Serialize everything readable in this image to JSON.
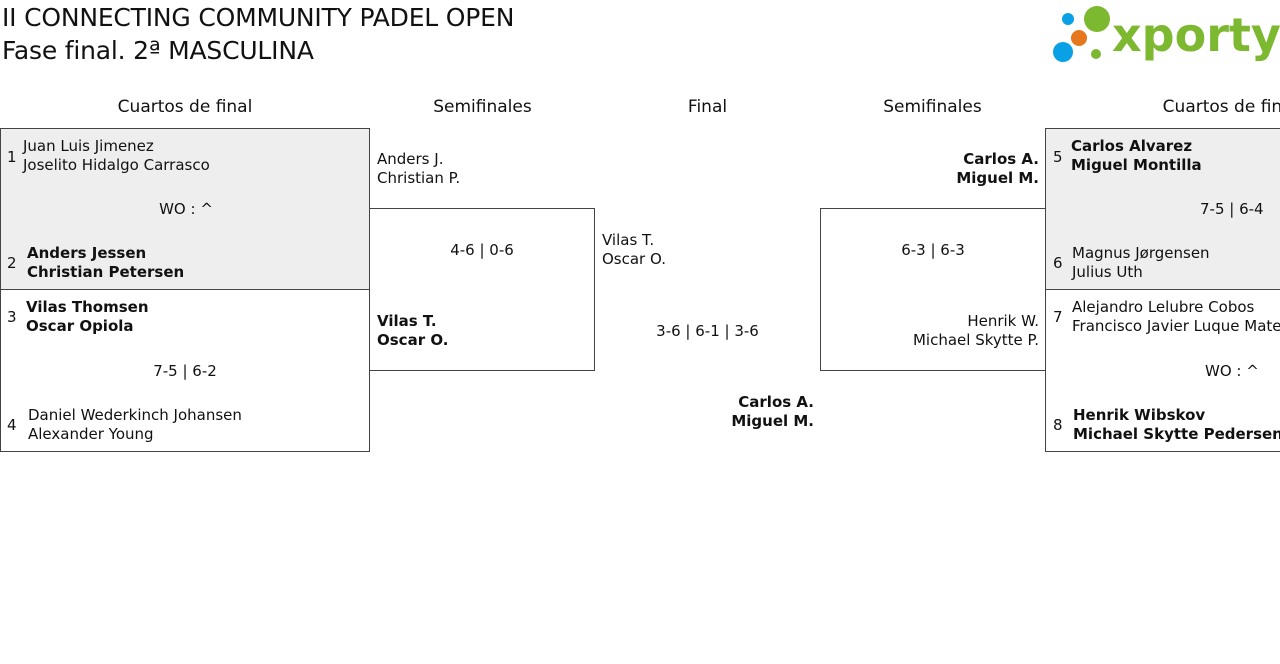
{
  "header": {
    "title_line1": "II CONNECTING COMMUNITY PADEL OPEN",
    "title_line2": "Fase final. 2ª MASCULINA"
  },
  "logo": {
    "text": "xporty",
    "color": "#7cb830",
    "dot_colors": [
      "#0aa0e6",
      "#7cb830",
      "#e8761c"
    ]
  },
  "rounds": {
    "left_quarters": "Cuartos de final",
    "left_semis": "Semifinales",
    "final": "Final",
    "right_semis": "Semifinales",
    "right_quarters": "Cuartos de final"
  },
  "left_quarters": [
    {
      "seed_top": "1",
      "top": [
        "Juan Luis Jimenez",
        "Joselito Hidalgo Carrasco"
      ],
      "score": "WO : ^",
      "seed_bottom": "2",
      "bottom": [
        "Anders Jessen",
        "Christian Petersen"
      ]
    },
    {
      "seed_top": "3",
      "top": [
        "Vilas Thomsen",
        "Oscar Opiola"
      ],
      "score": "7-5 | 6-2",
      "seed_bottom": "4",
      "bottom": [
        "Daniel Wederkinch Johansen",
        "Alexander Young"
      ]
    }
  ],
  "left_semi": {
    "top": [
      "Anders J.",
      "Christian P."
    ],
    "score": "4-6 | 0-6",
    "bottom": [
      "Vilas T.",
      "Oscar O."
    ]
  },
  "final": {
    "top": [
      "Vilas T.",
      "Oscar O."
    ],
    "score": "3-6 | 6-1 | 3-6",
    "bottom": [
      "Carlos A.",
      "Miguel M."
    ]
  },
  "right_semi": {
    "top": [
      "Carlos A.",
      "Miguel M."
    ],
    "score": "6-3 | 6-3",
    "bottom": [
      "Henrik W.",
      "Michael Skytte P."
    ]
  },
  "right_quarters": [
    {
      "seed_top": "5",
      "top": [
        "Carlos Alvarez",
        "Miguel Montilla"
      ],
      "score": "7-5 | 6-4",
      "seed_bottom": "6",
      "bottom": [
        "Magnus Jørgensen",
        "Julius Uth"
      ]
    },
    {
      "seed_top": "7",
      "top": [
        "Alejandro Lelubre Cobos",
        "Francisco Javier Luque Mateo"
      ],
      "score": "WO : ^",
      "seed_bottom": "8",
      "bottom": [
        "Henrik Wibskov",
        "Michael Skytte Pedersen"
      ]
    }
  ]
}
